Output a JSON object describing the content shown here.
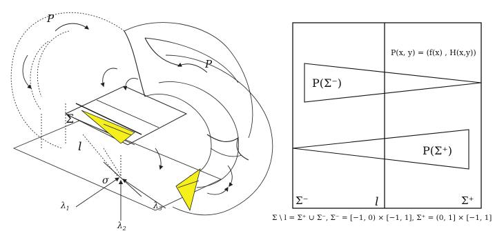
{
  "left_figure": {
    "map_label_top": "P",
    "map_label_right": "P",
    "sigma_label": "Σ",
    "line_label": "l",
    "origin_label": "σ",
    "lambda1": "λ",
    "lambda1_sub": "1",
    "lambda2": "λ",
    "lambda2_sub": "2",
    "lambda3": "λ",
    "lambda3_sub": "3",
    "highlight_color": "#f5ef1c"
  },
  "right_figure": {
    "formula": "P(x, y) = (f(x) , H(x,y))",
    "p_sigma_minus": "P(Σ⁻)",
    "p_sigma_plus": "P(Σ⁺)",
    "corner_left": "Σ⁻",
    "line_label": "l",
    "corner_right": "Σ⁺",
    "caption": "Σ \\ l = Σ⁺ ∪ Σ⁻,   Σ⁻ = [−1, 0) × [−1, 1],   Σ⁺ = (0, 1] × [−1, 1]"
  }
}
